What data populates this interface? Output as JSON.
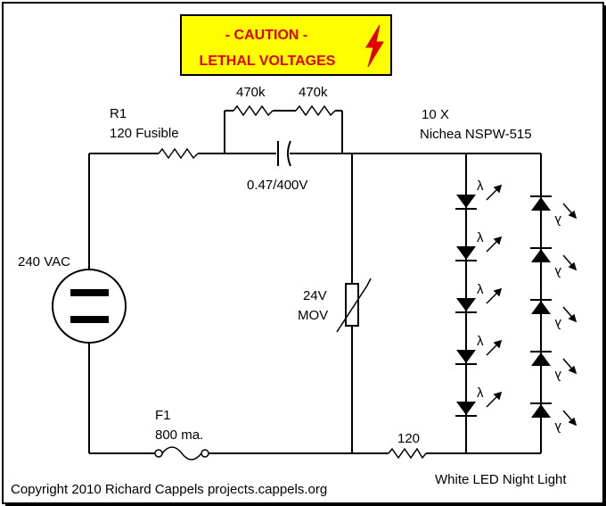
{
  "caution": {
    "line1": "- CAUTION -",
    "line2": "LETHAL VOLTAGES",
    "bg_color": "#ffff00",
    "text_color": "#e00000",
    "icon": "lightning-bolt-icon"
  },
  "components": {
    "r1_ref": "R1",
    "r1_value": "120 Fusible",
    "r_a_value": "470k",
    "r_b_value": "470k",
    "capacitor_value": "0.47/400V",
    "source_label": "240 VAC",
    "fuse_ref": "F1",
    "fuse_value": "800 ma.",
    "mov_line1": "24V",
    "mov_line2": "MOV",
    "r_bottom_value": "120",
    "led_count": "10 X",
    "led_part": "Nichea NSPW-515",
    "led_symbol": "λ"
  },
  "footer": {
    "copyright": "Copyright 2010 Richard Cappels projects.cappels.org",
    "project_title": "White LED Night Light"
  }
}
